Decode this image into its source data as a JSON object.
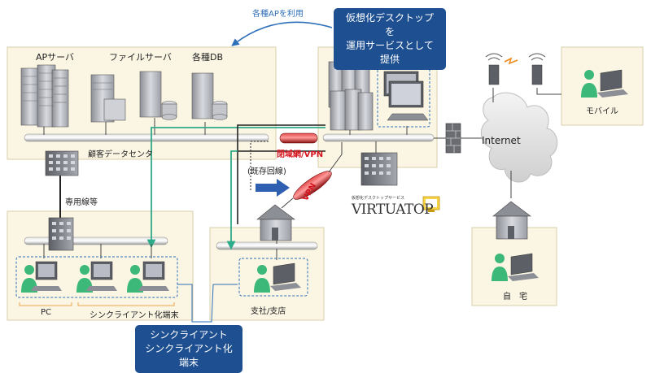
{
  "callouts": {
    "top": [
      "仮想化デスクトップを",
      "運用サービスとして提供"
    ],
    "bottom": [
      "シンクライアント",
      "シンクライアント化端末"
    ]
  },
  "arrow_label": "各種APを利用",
  "datacenter": {
    "ap_server": "APサーバ",
    "file_server": "ファイルサーバ",
    "db": "各種DB",
    "name": "顧客データセンタ"
  },
  "links": {
    "closed_network": "閉域網/VPN",
    "vpn": "VPN",
    "existing_line": "(既存回線)",
    "dedicated_line": "専用線等",
    "internet": "Internet"
  },
  "brand": {
    "small": "仮想化デスクトップサービス",
    "name": "VIRTUATOP"
  },
  "office": {
    "pc": "PC",
    "thin_client": "シンクライアント化端末"
  },
  "branch": "支社/支店",
  "mobile": "モバイル",
  "home": "自　宅",
  "colors": {
    "zone_fill": "#fbf6e4",
    "zone_border": "#d8cfa8",
    "user_green": "#3cb878",
    "callout_blue": "#1d4f91",
    "teal_line": "#2eab8a",
    "vpn_red": "#c8161d",
    "closed_net_text": "#d4141c"
  }
}
